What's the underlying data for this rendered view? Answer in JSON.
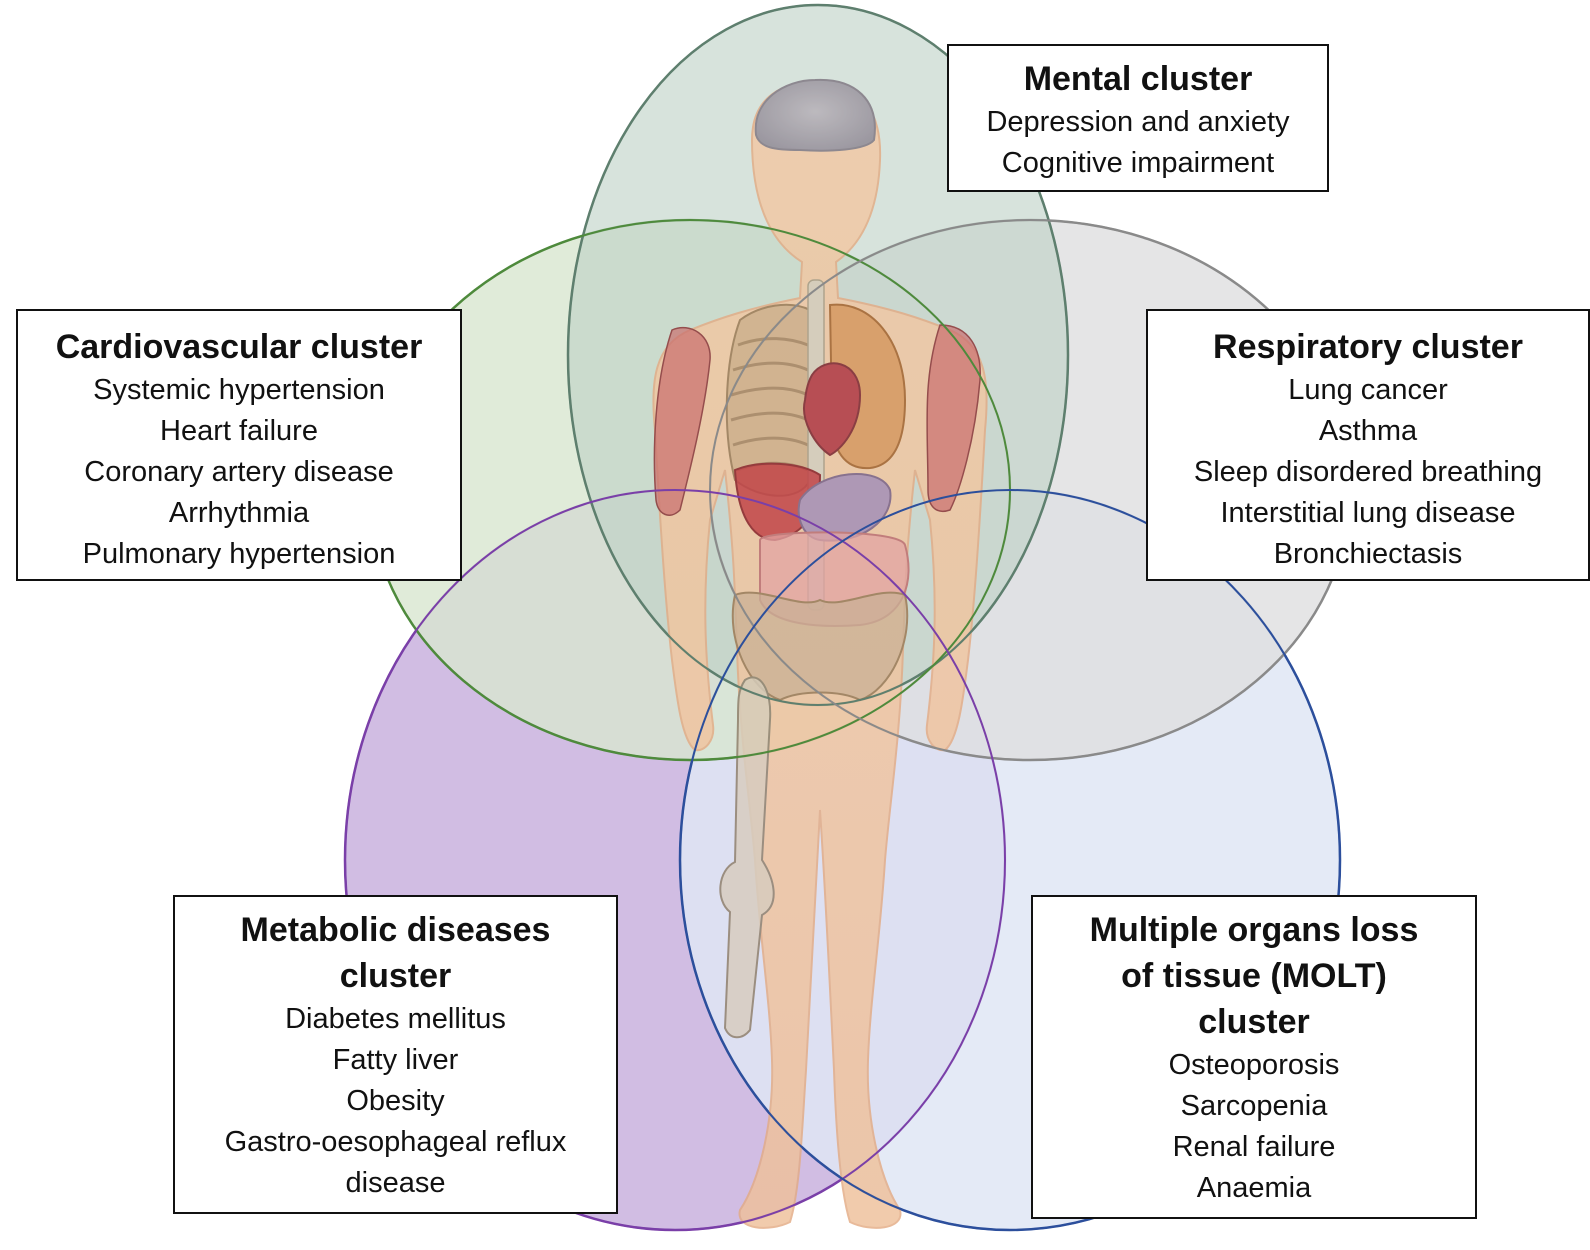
{
  "clusters": {
    "mental": {
      "title": "Mental cluster",
      "items": [
        "Depression and anxiety",
        "Cognitive impairment"
      ],
      "color": "#5e7f6e"
    },
    "cardiovascular": {
      "title": "Cardiovascular cluster",
      "items": [
        "Systemic hypertension",
        "Heart failure",
        "Coronary artery disease",
        "Arrhythmia",
        "Pulmonary hypertension"
      ],
      "color": "#4e8a3c"
    },
    "respiratory": {
      "title": "Respiratory cluster",
      "items": [
        "Lung cancer",
        "Asthma",
        "Sleep disordered breathing",
        "Interstitial lung disease",
        "Bronchiectasis"
      ],
      "color": "#8a8a8a"
    },
    "metabolic": {
      "title_line1": "Metabolic diseases",
      "title_line2": "cluster",
      "items": [
        "Diabetes mellitus",
        "Fatty liver",
        "Obesity",
        "Gastro-oesophageal reflux",
        "disease"
      ],
      "color": "#7a3fa8"
    },
    "molt": {
      "title_line1": "Multiple organs loss",
      "title_line2": "of tissue (MOLT)",
      "title_line3": "cluster",
      "items": [
        "Osteoporosis",
        "Sarcopenia",
        "Renal failure",
        "Anaemia"
      ],
      "color": "#2c4f9c"
    }
  }
}
